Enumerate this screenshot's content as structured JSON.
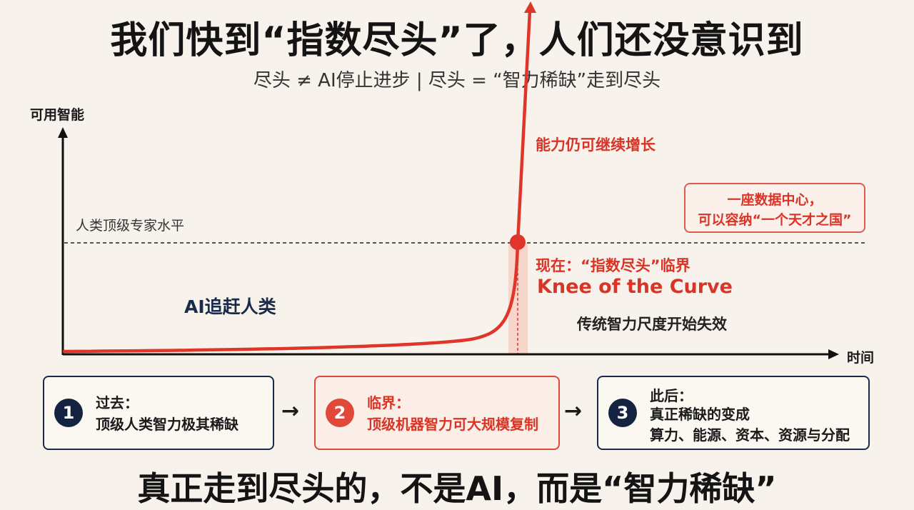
{
  "header": {
    "title": "我们快到“指数尽头”了，人们还没意识到",
    "subtitle": "尽头 ≠ AI停止进步 | 尽头 = “智力稀缺”走到尽头"
  },
  "chart": {
    "y_axis_label": "可用智能",
    "x_axis_label": "时间",
    "expert_line_label": "人类顶级专家水平",
    "ai_catch_up_label": "AI追赶人类",
    "growth_label": "能力仍可继续增长",
    "now_label": "现在：“指数尽头”临界",
    "knee_label": "Knee of the Curve",
    "metric_fail_label": "传统智力尺度开始失效",
    "datacenter_line1": "一座数据中心，",
    "datacenter_line2": "可以容纳“一个天才之国”",
    "curve_color": "#e0352a",
    "axis_color": "#111111"
  },
  "stages": [
    {
      "number": "1",
      "title": "过去：",
      "desc_line1": "顶级人类智力极其稀缺",
      "desc_line2": ""
    },
    {
      "number": "2",
      "title": "临界：",
      "desc_line1": "顶级机器智力可大规模复制",
      "desc_line2": ""
    },
    {
      "number": "3",
      "title": "此后：",
      "desc_line1": "真正稀缺的变成",
      "desc_line2": "算力、能源、资本、资源与分配"
    }
  ],
  "arrows": {
    "symbol": "→"
  },
  "footer": {
    "text": "真正走到尽头的，不是AI，而是“智力稀缺”"
  }
}
